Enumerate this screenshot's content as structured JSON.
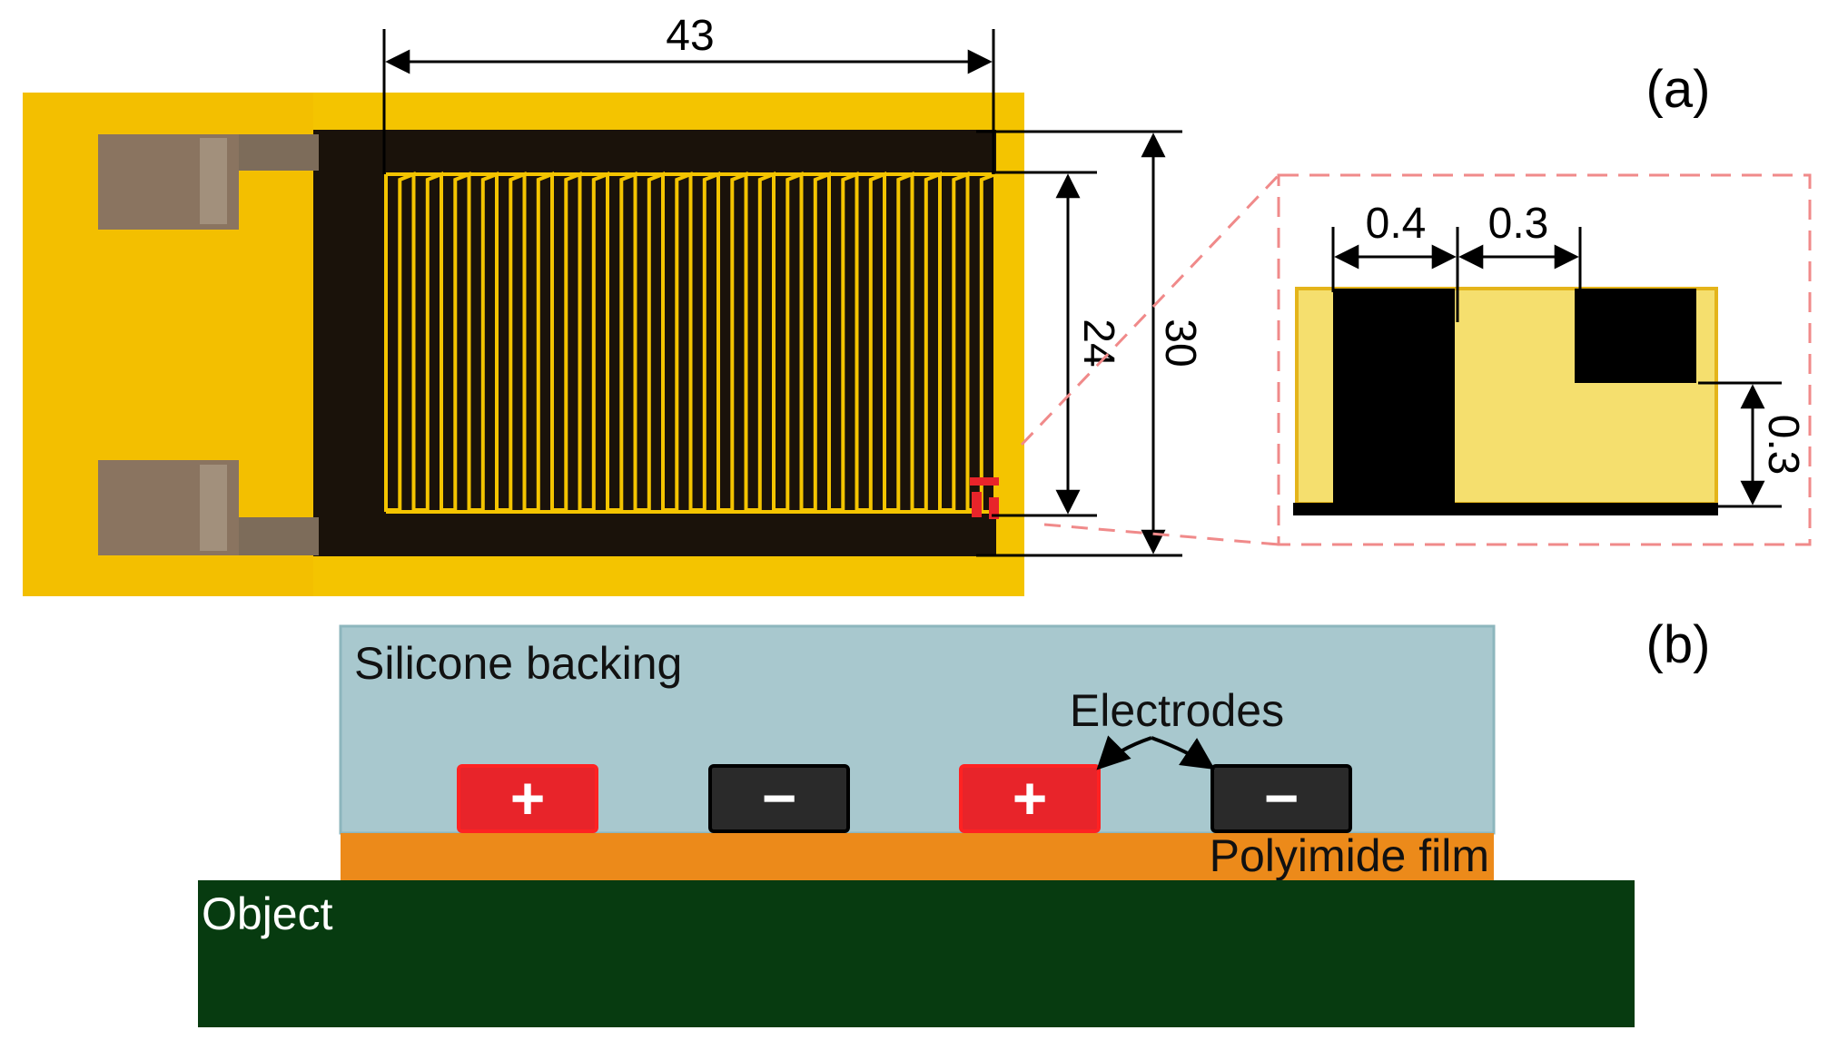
{
  "panel_a": {
    "label": "(a)",
    "dim_length": "43",
    "dim_inner_width": "24",
    "dim_outer_width": "30",
    "detail_dim_electrode": "0.4",
    "detail_dim_gap": "0.3",
    "detail_dim_thickness": "0.3"
  },
  "panel_b": {
    "label": "(b)",
    "silicone_label": "Silicone backing",
    "electrodes_label": "Electrodes",
    "polyimide_label": "Polyimide film",
    "object_label": "Object",
    "electrodes": [
      {
        "sign": "+",
        "polarity": "positive"
      },
      {
        "sign": "−",
        "polarity": "negative"
      },
      {
        "sign": "+",
        "polarity": "positive"
      },
      {
        "sign": "−",
        "polarity": "negative"
      }
    ]
  },
  "colors": {
    "polyimide_yellow": "#f4c400",
    "electrode_dark": "#1a120a",
    "silicone": "#a8c8ce",
    "polyimide_orange": "#ec8a1a",
    "object_green": "#073b10",
    "positive_red": "#e8242a",
    "negative_dark": "#2a2a2a",
    "callout_dash": "#f08a8a",
    "detail_fill": "#f5df6e"
  }
}
